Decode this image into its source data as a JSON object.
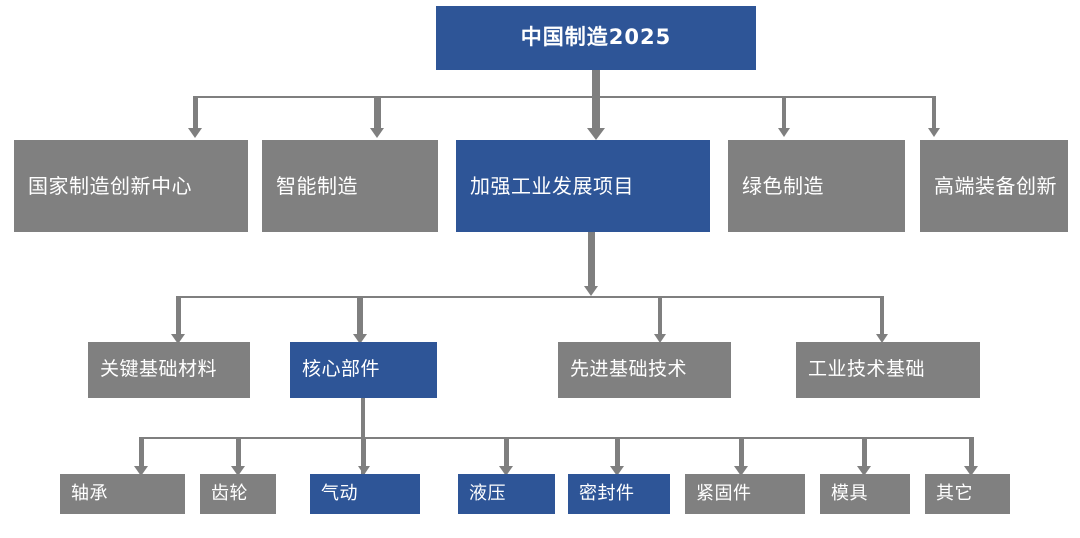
{
  "diagram": {
    "title_node": {
      "id": "root",
      "label": "中国制造2025",
      "color": "blue"
    },
    "colors": {
      "blue": "#2E5597",
      "gray": "#808080",
      "connector": "#7F7F7F",
      "text": "#FFFFFF",
      "background": "#FFFFFF"
    },
    "level1": [
      {
        "id": "national-mfg-innovation-center",
        "label": "国家制造创新中心",
        "color": "gray"
      },
      {
        "id": "smart-manufacturing",
        "label": "智能制造",
        "color": "gray"
      },
      {
        "id": "strengthen-industrial-dev",
        "label": "加强工业发展项目",
        "color": "blue"
      },
      {
        "id": "green-manufacturing",
        "label": "绿色制造",
        "color": "gray"
      },
      {
        "id": "high-end-equipment-innovation",
        "label": "高端装备创新",
        "color": "gray"
      }
    ],
    "level2": [
      {
        "id": "key-basic-materials",
        "label": "关键基础材料",
        "color": "gray"
      },
      {
        "id": "core-components",
        "label": "核心部件",
        "color": "blue"
      },
      {
        "id": "advanced-basic-tech",
        "label": "先进基础技术",
        "color": "gray"
      },
      {
        "id": "industrial-tech-基础",
        "label": "工业技术基础",
        "color": "gray"
      }
    ],
    "level3": [
      {
        "id": "bearings",
        "label": "轴承",
        "color": "gray"
      },
      {
        "id": "gears",
        "label": "齿轮",
        "color": "gray"
      },
      {
        "id": "pneumatic",
        "label": "气动",
        "color": "blue"
      },
      {
        "id": "hydraulic",
        "label": "液压",
        "color": "blue"
      },
      {
        "id": "seals",
        "label": "密封件",
        "color": "blue"
      },
      {
        "id": "fasteners",
        "label": "紧固件",
        "color": "gray"
      },
      {
        "id": "molds",
        "label": "模具",
        "color": "gray"
      },
      {
        "id": "others",
        "label": "其它",
        "color": "gray"
      }
    ]
  }
}
